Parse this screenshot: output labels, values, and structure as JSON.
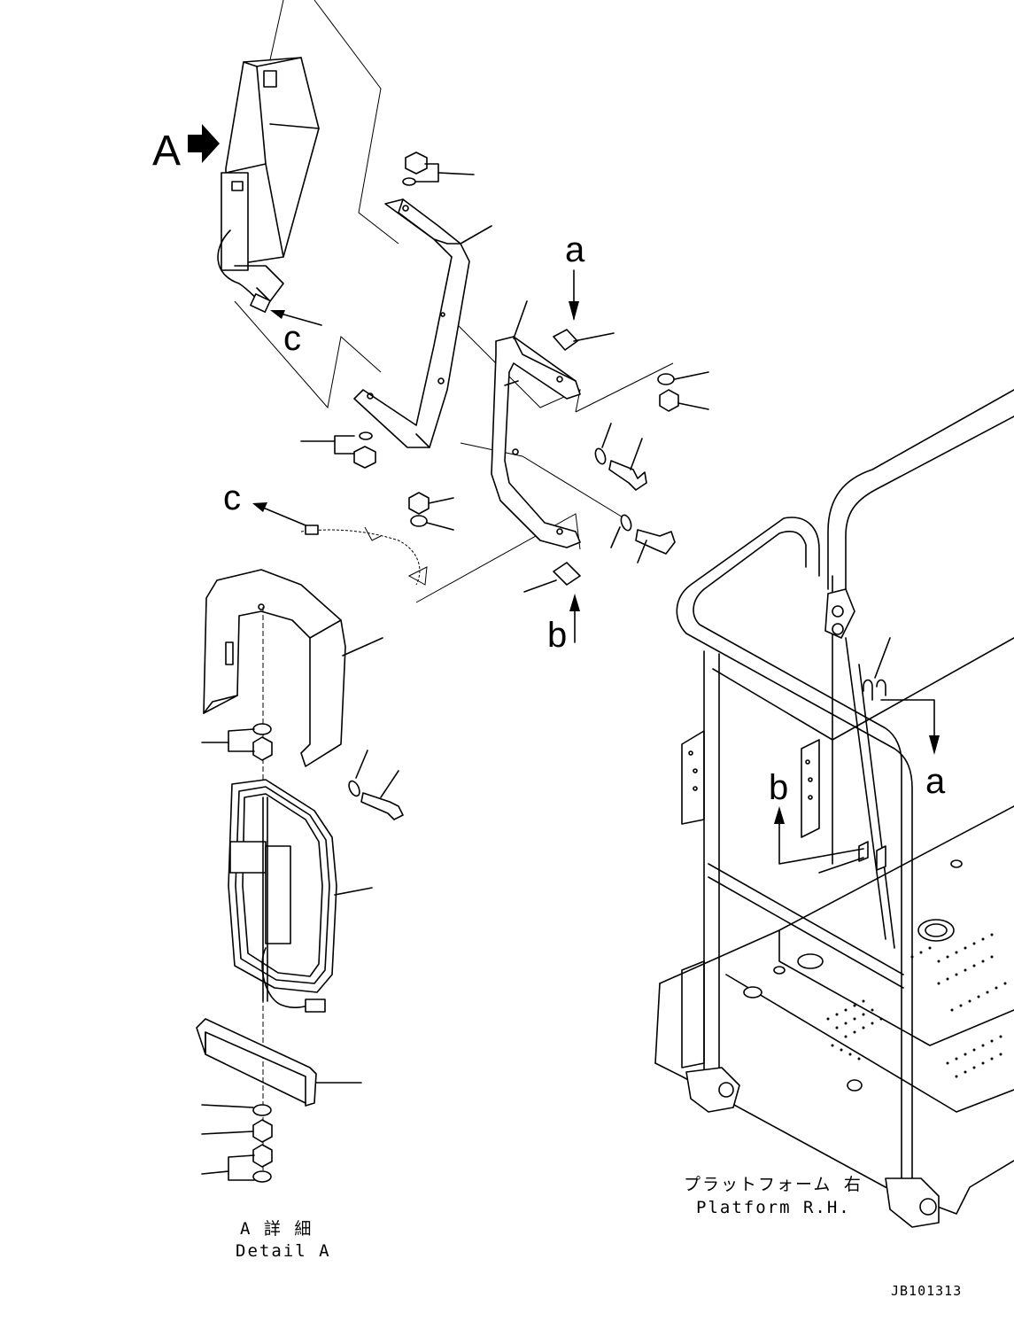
{
  "labels": {
    "view_A": "A",
    "ref_a_top": "a",
    "ref_a_right": "a",
    "ref_b_top": "b",
    "ref_b_right": "b",
    "ref_c_top": "c",
    "ref_c_mid": "c"
  },
  "captions": {
    "detail_jp": "A 詳 細",
    "detail_en": "Detail A",
    "platform_jp": "プラットフォーム 右",
    "platform_en": "Platform R.H."
  },
  "drawing_code": "JB101313"
}
